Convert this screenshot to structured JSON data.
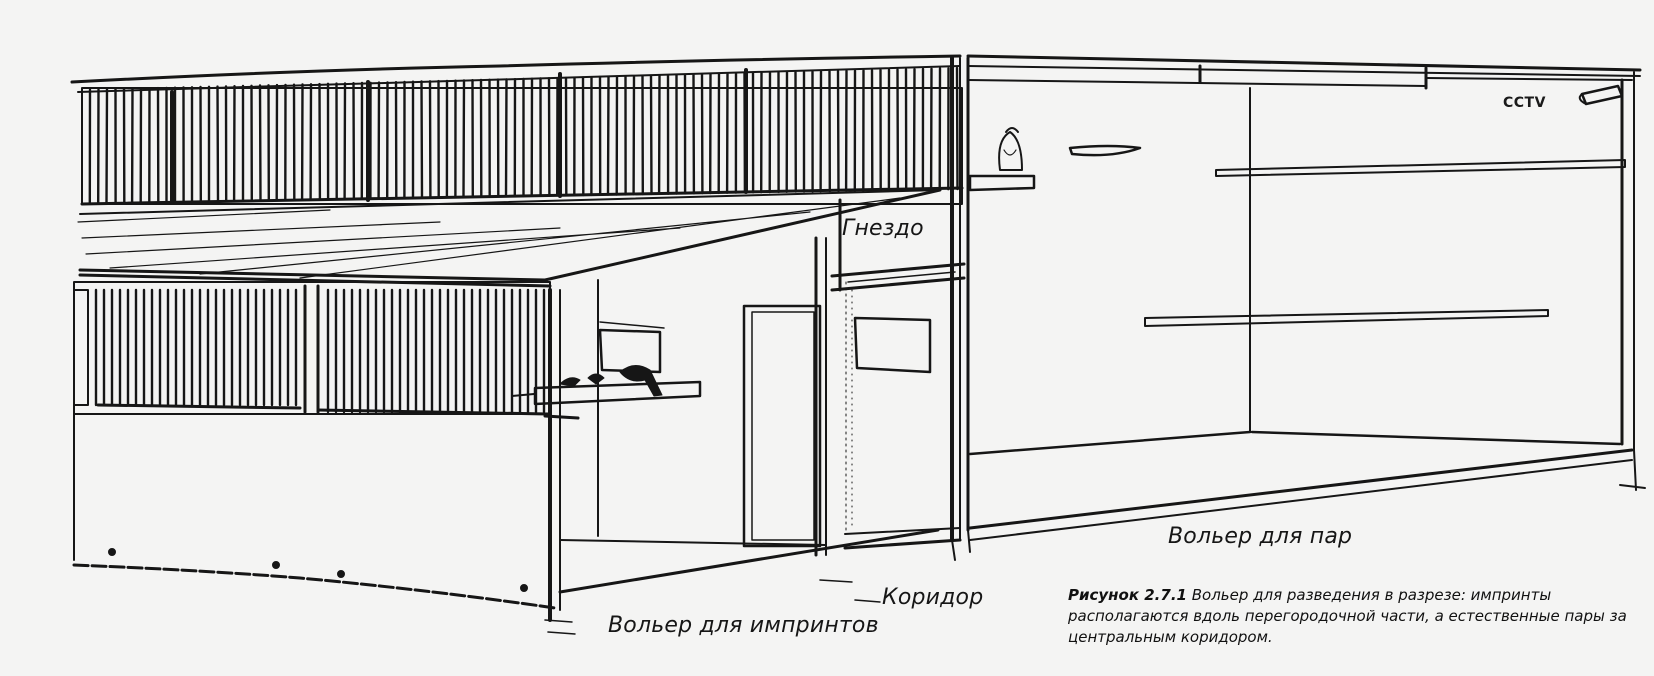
{
  "labels": {
    "nest": "Гнездо",
    "pair_aviary": "Вольер для пар",
    "corridor": "Коридор",
    "imprint_aviary": "Вольер для импринтов",
    "cctv": "CCTV"
  },
  "caption": {
    "figure_label": "Рисунок 2.7.1",
    "text": " Вольер для разведения в разрезе: импринты располагаются вдоль перегородочной  части, а естественные пары за центральным коридором."
  },
  "colors": {
    "ink": "#161616",
    "paper": "#f4f4f3"
  }
}
